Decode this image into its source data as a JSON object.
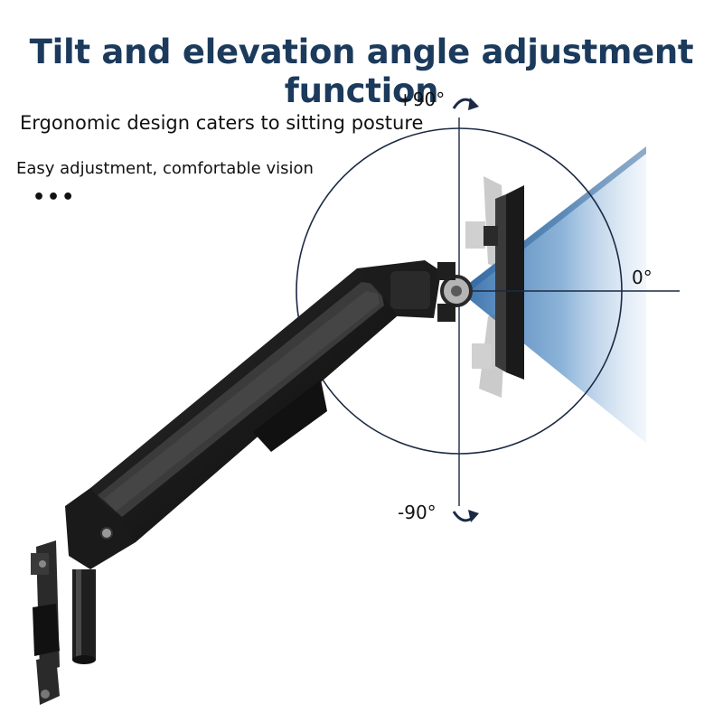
{
  "title": "Tilt and elevation angle adjustment function",
  "captions": {
    "line1": "Ergonomic design caters to sitting posture",
    "line2": "Easy adjustment, comfortable vision",
    "more": "•••"
  },
  "angles": {
    "top": "+90°",
    "right": "0°",
    "bottom": "-90°"
  },
  "icons": {
    "top_arrow": "curved-arrow-icon",
    "bottom_arrow": "curved-arrow-icon"
  },
  "colors": {
    "title": "#1b3a5c",
    "circle": "#1b2a44",
    "beam": "#3d78b4",
    "arm": "#1c1c1c"
  }
}
